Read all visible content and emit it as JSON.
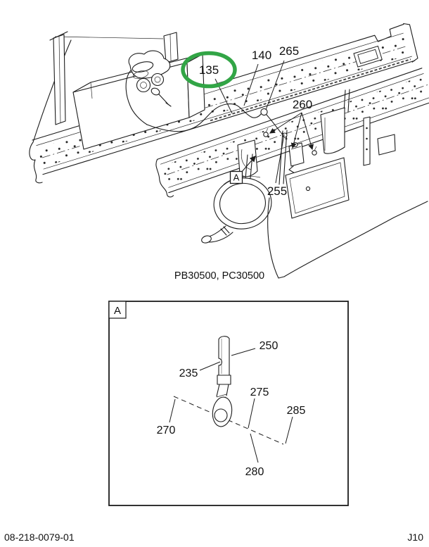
{
  "colors": {
    "line": "#1c1c1c",
    "highlight_green": "#32a546",
    "background": "#ffffff"
  },
  "figure": {
    "caption": "PB30500, PC30500",
    "detail_marker": "A",
    "callouts": {
      "c135": "135",
      "c140": "140",
      "c265": "265",
      "c260": "260",
      "c255": "255"
    }
  },
  "inset": {
    "marker": "A",
    "callouts": {
      "c250": "250",
      "c235": "235",
      "c275": "275",
      "c285": "285",
      "c270": "270",
      "c280": "280"
    }
  },
  "footer": {
    "document_number": "08-218-0079-01",
    "page_code": "J10"
  }
}
